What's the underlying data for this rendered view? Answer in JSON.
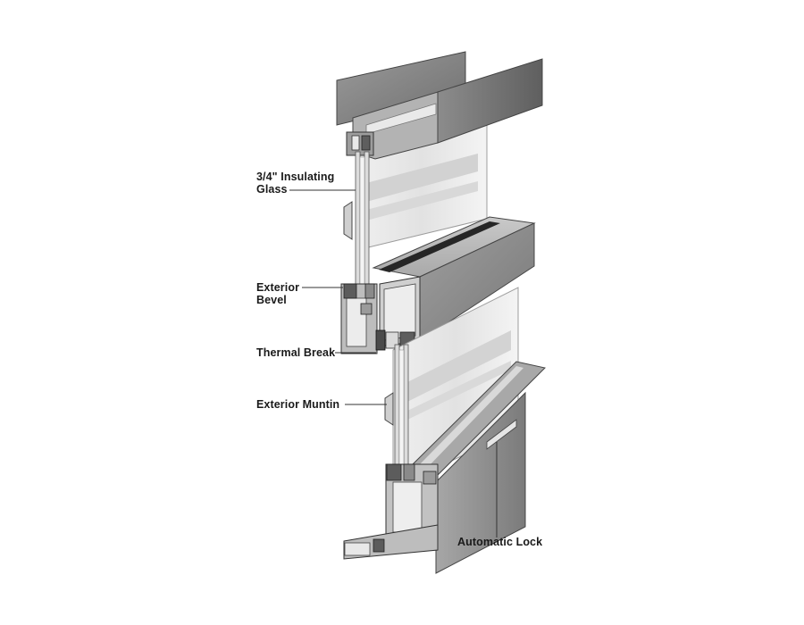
{
  "labels": {
    "insulating_glass_line1": "3/4\" Insulating",
    "insulating_glass_line2": "Glass",
    "exterior_bevel_line1": "Exterior",
    "exterior_bevel_line2": "Bevel",
    "thermal_break": "Thermal Break",
    "exterior_muntin": "Exterior Muntin",
    "automatic_lock": "Automatic Lock"
  },
  "colors": {
    "metal_light": "#b9b9b9",
    "metal_mid": "#8e8e8e",
    "metal_dark": "#5a5a5a",
    "glass": "#e6e6e6",
    "glass_band": "#cfcfcf",
    "leader": "#333333"
  }
}
